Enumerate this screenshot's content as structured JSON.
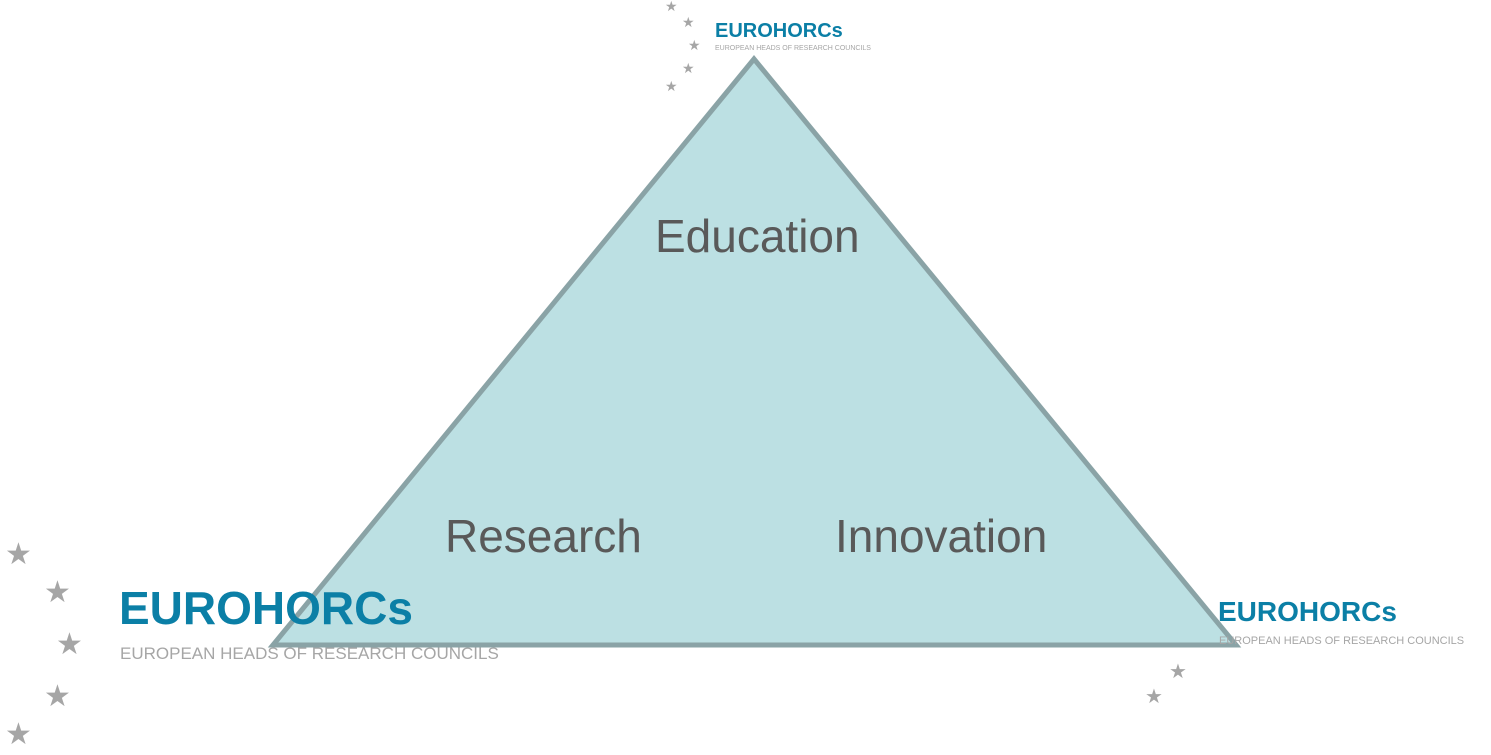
{
  "diagram": {
    "vertices": {
      "top_label": "Education",
      "left_label": "Research",
      "right_label": "Innovation"
    },
    "fill_color": "#bce0e3",
    "stroke_color": "#8aa3a6",
    "label_color": "#595959"
  },
  "logos": {
    "top": {
      "title": "EUROHORCs",
      "subtitle": "EUROPEAN HEADS OF RESEARCH COUNCILS"
    },
    "bottom_left": {
      "title": "EUROHORCs",
      "subtitle": "EUROPEAN HEADS OF RESEARCH COUNCILS"
    },
    "bottom_right": {
      "title": "EUROHORCs",
      "subtitle": "EUROPEAN HEADS OF RESEARCH COUNCILS"
    },
    "title_color": "#0b7fa6",
    "subtitle_color": "#a6a6a6",
    "star_color": "#a6a6a6",
    "star_glyph": "★"
  }
}
